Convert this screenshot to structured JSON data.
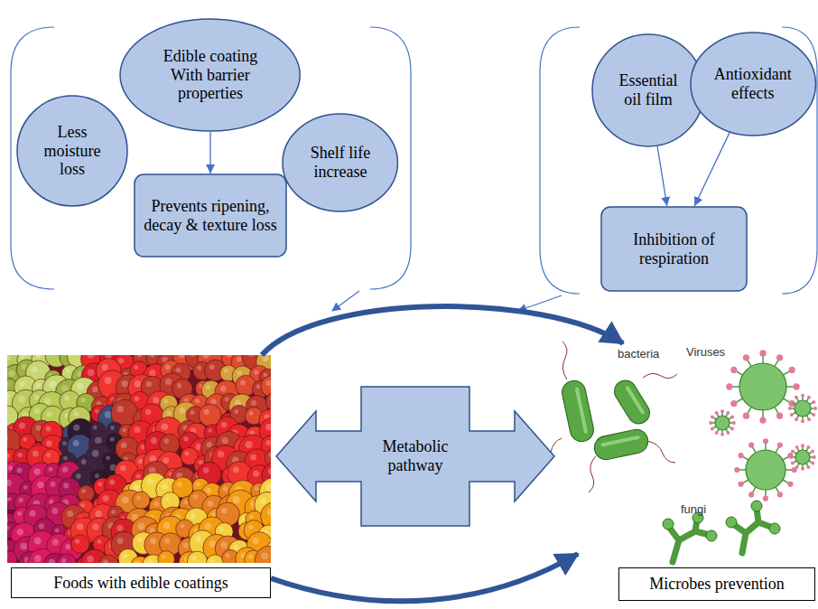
{
  "diagram": {
    "nodes": [
      {
        "text": [
          "Less moisture loss"
        ]
      },
      {
        "text": [
          "Edible coating With barrier properties"
        ]
      },
      {
        "text": [
          "Shelf life increase"
        ]
      },
      {
        "text": [
          "Prevents ripening, decay & texture loss"
        ]
      },
      {
        "text": [
          "Essential oil film"
        ]
      },
      {
        "text": [
          "Antioxidant effects"
        ]
      },
      {
        "text": [
          "Inhibition of respiration"
        ]
      },
      {
        "text": [
          "Metabolic pathway"
        ]
      },
      {
        "text": [
          "Foods with edible coatings"
        ]
      },
      {
        "text": [
          "Microbes prevention"
        ]
      }
    ],
    "edges": [
      {
        "from": 1,
        "to": 3,
        "arrow": "to"
      },
      {
        "from": 4,
        "to": 6,
        "arrow": "to"
      },
      {
        "from": 5,
        "to": 6,
        "arrow": "to"
      },
      {
        "from": 8,
        "to": 9,
        "arrow": "to"
      },
      {
        "from": 8,
        "to": 9,
        "arrow": "to"
      }
    ],
    "labels": [
      "bacteria",
      "Viruses",
      "fungi"
    ]
  }
}
